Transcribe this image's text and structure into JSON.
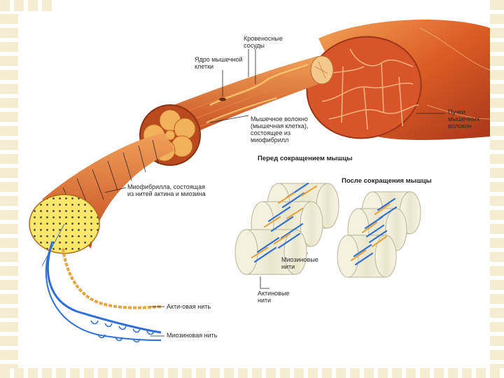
{
  "labels": {
    "blood_vessels": "Кровеносные\nсосуды",
    "nucleus": "Ядро мышечной\nклетки",
    "muscle_fiber": "Мышечное волокно\n(мышечная клетка),\nсостоящее из\nмиофибрилл",
    "bundles": "Пучки\nмышечных\nволокон",
    "myofibril": "Миофибрилла, состоящая\nиз нитей актина и миозина",
    "before": "Перед сокращением мышцы",
    "after": "После сокращения мышцы",
    "myosin_filaments": "Миозиновые\nнити",
    "actin_filaments": "Актиновые\nнити",
    "actin_thread": "Акти-овая нить",
    "myosin_thread": "Миозиновая нить"
  },
  "colors": {
    "muscle": "#d9622a",
    "muscle_dark": "#b8431a",
    "fiber_cut": "#f2b25c",
    "myofibril_cut": "#fbe86a",
    "myosin": "#2e6fd8",
    "actin": "#e8a33c",
    "cylinder": "#eeecd8"
  }
}
